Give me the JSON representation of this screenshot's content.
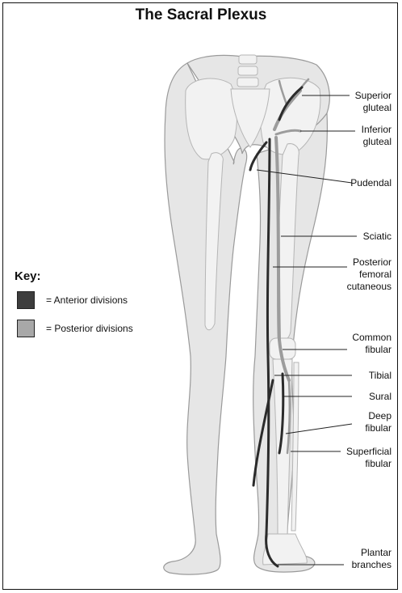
{
  "title": "The Sacral Plexus",
  "key": {
    "heading": "Key:",
    "anterior": {
      "label": "= Anterior divisions",
      "color": "#3d3d3d"
    },
    "posterior": {
      "label": "= Posterior divisions",
      "color": "#a8a8a8"
    }
  },
  "labels": [
    {
      "name": "superior-gluteal",
      "lines": [
        "Superior",
        "gluteal"
      ]
    },
    {
      "name": "inferior-gluteal",
      "lines": [
        "Inferior",
        "gluteal"
      ]
    },
    {
      "name": "pudendal",
      "lines": [
        "Pudendal"
      ]
    },
    {
      "name": "sciatic",
      "lines": [
        "Sciatic"
      ]
    },
    {
      "name": "posterior-femoral-cutaneous",
      "lines": [
        "Posterior",
        "femoral",
        "cutaneous"
      ]
    },
    {
      "name": "common-fibular",
      "lines": [
        "Common",
        "fibular"
      ]
    },
    {
      "name": "tibial",
      "lines": [
        "Tibial"
      ]
    },
    {
      "name": "sural",
      "lines": [
        "Sural"
      ]
    },
    {
      "name": "deep-fibular",
      "lines": [
        "Deep",
        "fibular"
      ]
    },
    {
      "name": "superficial-fibular",
      "lines": [
        "Superficial",
        "fibular"
      ]
    },
    {
      "name": "plantar-branches",
      "lines": [
        "Plantar",
        "branches"
      ]
    }
  ],
  "colors": {
    "skin": "#e6e6e6",
    "skin_outline": "#9a9a9a",
    "bone": "#f2f2f2",
    "bone_outline": "#b5b5b5",
    "anterior_nerve": "#2b2b2b",
    "posterior_nerve": "#9c9c9c",
    "leader": "#222222"
  }
}
